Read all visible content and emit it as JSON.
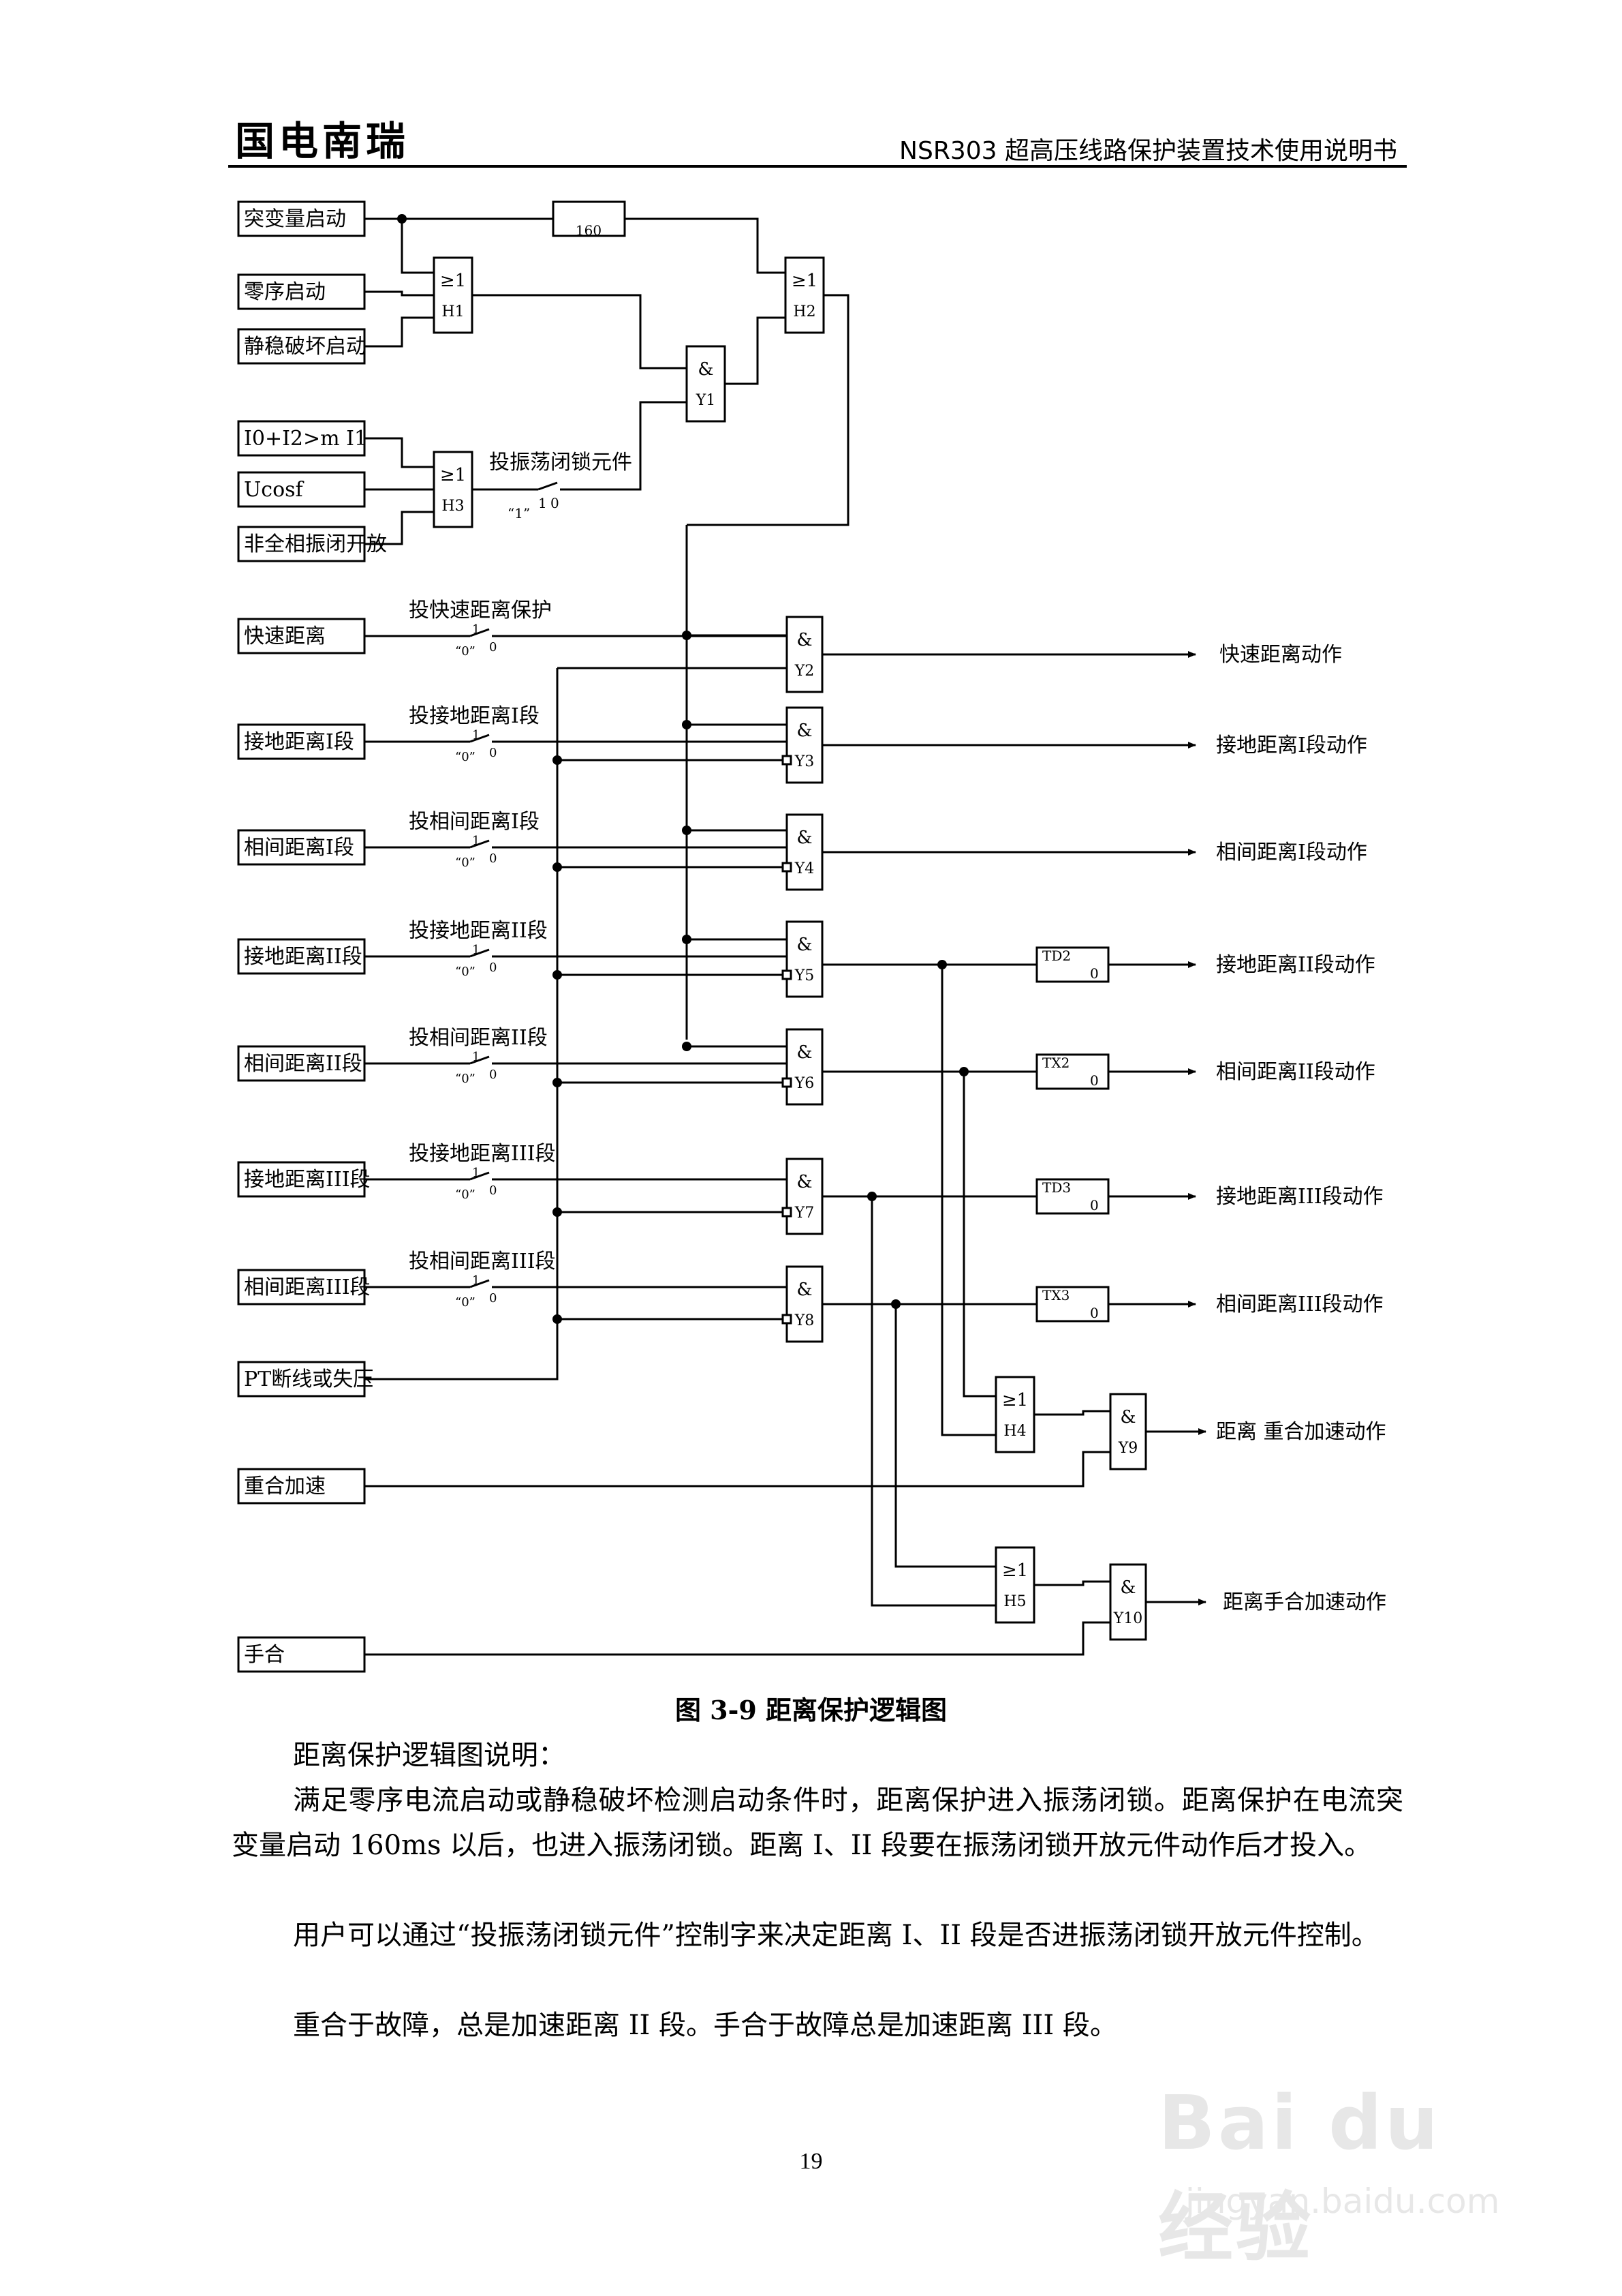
{
  "header": {
    "logo": "国电南瑞",
    "title": "NSR303 超高压线路保护装置技术使用说明书"
  },
  "figure": {
    "inputs": {
      "in_tbl": "突变量启动",
      "in_lx": "零序启动",
      "in_jw": "静稳破坏启动",
      "in_i": "I0+I2>m I1",
      "in_u": "Ucosf",
      "in_fq": "非全相振闭开放",
      "in_ks": "快速距离",
      "in_jd1": "接地距离I段",
      "in_xj1": "相间距离I段",
      "in_jd2": "接地距离II段",
      "in_xj2": "相间距离II段",
      "in_jd3": "接地距离III段",
      "in_xj3": "相间距离III段",
      "in_pt": "PT断线或失压",
      "in_ch": "重合加速",
      "in_sh": "手合"
    },
    "outputs": {
      "out_ks": "快速距离动作",
      "out_jd1": "接地距离I段动作",
      "out_xj1": "相间距离I段动作",
      "out_jd2": "接地距离II段动作",
      "out_xj2": "相间距离II段动作",
      "out_jd3": "接地距离III段动作",
      "out_xj3": "相间距离III段动作",
      "out_ch": "距离 重合加速动作",
      "out_sh": "距离手合加速动作"
    },
    "switches": {
      "sw_zd": "投振荡闭锁元件",
      "sw_ks": "投快速距离保护",
      "sw_jd1": "投接地距离I段",
      "sw_xj1": "投相间距离I段",
      "sw_jd2": "投接地距离II段",
      "sw_xj2": "投相间距离II段",
      "sw_jd3": "投接地距离III段",
      "sw_xj3": "投相间距离III段"
    },
    "gate_labels": {
      "or": "≥1",
      "and": "&",
      "H1": "H1",
      "H2": "H2",
      "H3": "H3",
      "H4": "H4",
      "H5": "H5",
      "Y1": "Y1",
      "Y2": "Y2",
      "Y3": "Y3",
      "Y4": "Y4",
      "Y5": "Y5",
      "Y6": "Y6",
      "Y7": "Y7",
      "Y8": "Y8",
      "Y9": "Y9",
      "Y10": "Y10"
    },
    "timers": {
      "pulse": "160",
      "TD2": "TD2",
      "TX2": "TX2",
      "TD3": "TD3",
      "TX3": "TX3",
      "zero": "0"
    },
    "switch_marks": {
      "one": "1",
      "zero": "0",
      "q_zero": "“0”",
      "q_one": "“1”"
    },
    "caption": "图 3-9  距离保护逻辑图"
  },
  "text": {
    "p0": "距离保护逻辑图说明：",
    "p1": "满足零序电流启动或静稳破坏检测启动条件时，距离保护进入振荡闭锁。距离保护在电流突变量启动 160ms 以后，也进入振荡闭锁。距离 I、II 段要在振荡闭锁开放元件动作后才投入。",
    "p2": "用户可以通过“投振荡闭锁元件”控制字来决定距离 I、II 段是否进振荡闭锁开放元件控制。",
    "p3": "重合于故障，总是加速距离 II 段。手合于故障总是加速距离 III 段。"
  },
  "page_number": "19",
  "watermark": {
    "main": "Bai du 经验",
    "sub": "jingyan.baidu.com"
  }
}
